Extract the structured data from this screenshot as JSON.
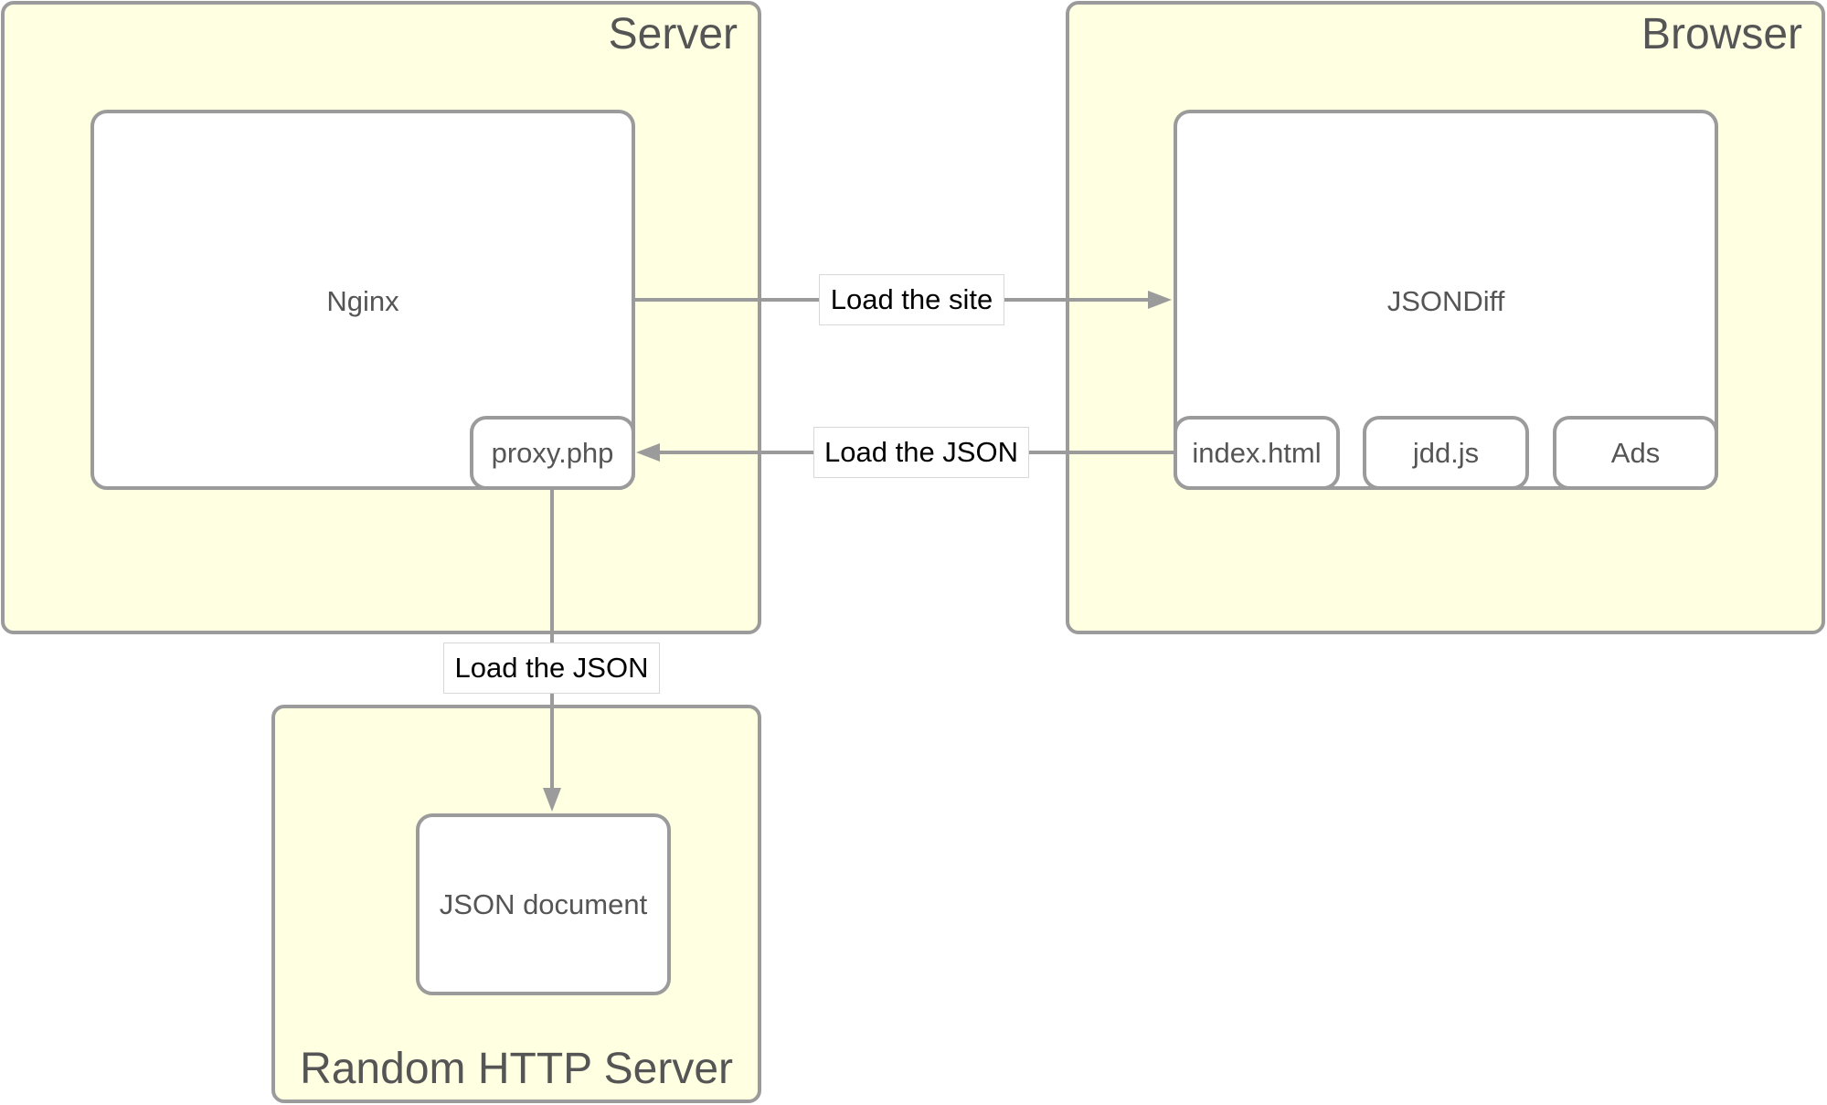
{
  "colors": {
    "group_fill": "#ffffe2",
    "stroke": "#9b9b9b",
    "box_text": "#555555",
    "edge_text": "#000000"
  },
  "groups": {
    "server": {
      "title": "Server"
    },
    "browser": {
      "title": "Browser"
    },
    "random_http": {
      "title": "Random HTTP Server"
    }
  },
  "nodes": {
    "nginx": "Nginx",
    "proxy": "proxy.php",
    "jsondiff": "JSONDiff",
    "index_html": "index.html",
    "jdd_js": "jdd.js",
    "ads": "Ads",
    "json_document": "JSON document"
  },
  "edges": {
    "load_site": "Load the site",
    "load_json_browser": "Load the JSON",
    "load_json_random": "Load the JSON"
  }
}
